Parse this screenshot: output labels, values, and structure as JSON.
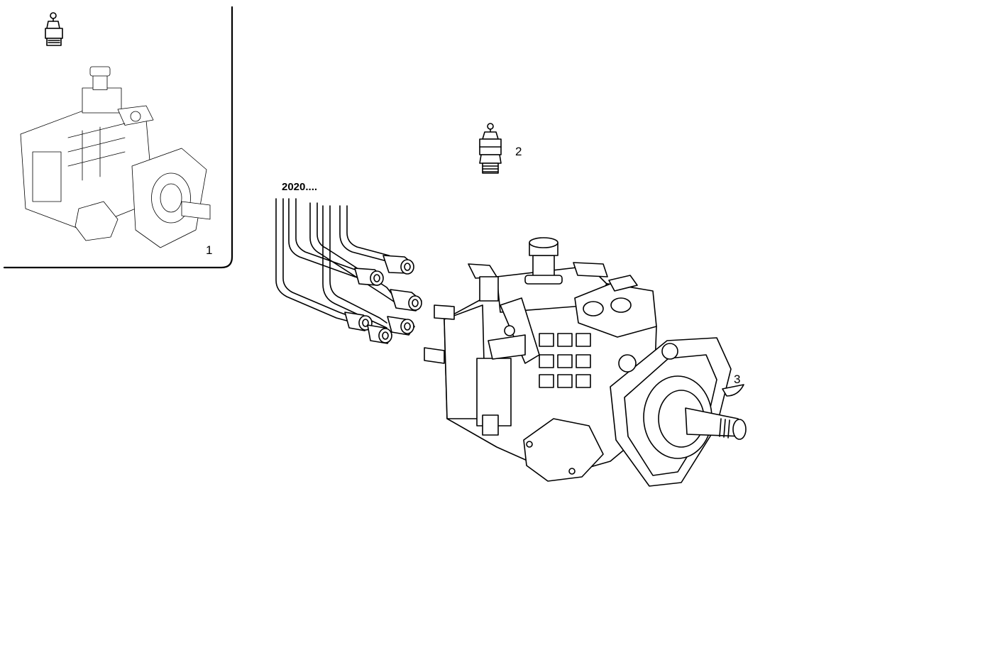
{
  "labels": {
    "item_1": "1",
    "item_2": "2",
    "item_3": "3",
    "ref_2020": "2020...."
  }
}
